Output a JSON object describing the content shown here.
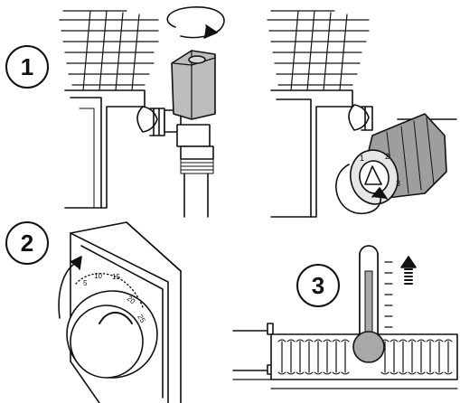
{
  "steps": [
    {
      "number": "1"
    },
    {
      "number": "2"
    },
    {
      "number": "3"
    }
  ],
  "thermostatic_head_numbers": [
    "1",
    "2",
    "3"
  ],
  "room_thermostat_scale": [
    "5",
    "10",
    "15",
    "20",
    "25"
  ],
  "colors": {
    "line": "#111111",
    "valve_grey": "#bdbdbd",
    "head_grey": "#9e9e9e",
    "thermometer_fill": "#a8a8a8",
    "background": "#ffffff"
  }
}
